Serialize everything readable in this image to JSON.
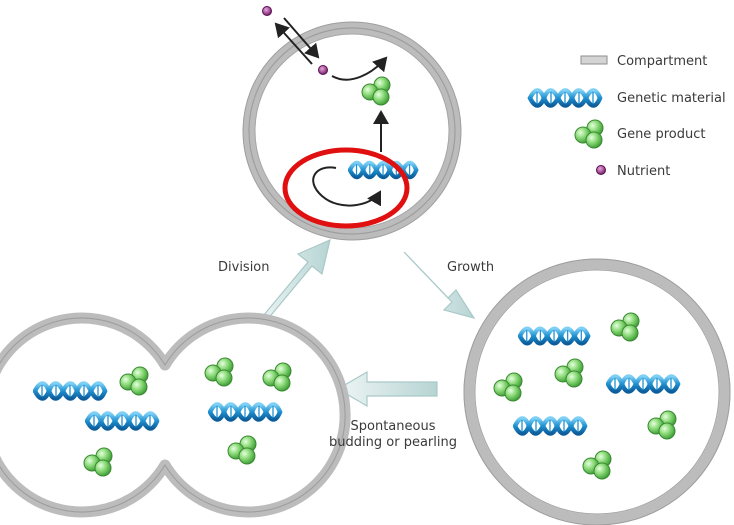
{
  "legend": {
    "compartment": "Compartment",
    "genetic_material": "Genetic material",
    "gene_product": "Gene product",
    "nutrient": "Nutrient"
  },
  "labels": {
    "division": "Division",
    "growth": "Growth",
    "budding_line1": "Spontaneous",
    "budding_line2": "budding or pearling"
  },
  "colors": {
    "membrane": "#bdbdbd",
    "dna": "#1e90d0",
    "gene_product": "#7ed36b",
    "nutrient": "#8a2a7a",
    "arrow_fill": "#c9dede",
    "highlight": "#e01010"
  },
  "icons": {
    "dna": "double-helix-icon",
    "gene_product": "green-spheres-icon",
    "nutrient": "purple-dot-icon"
  }
}
